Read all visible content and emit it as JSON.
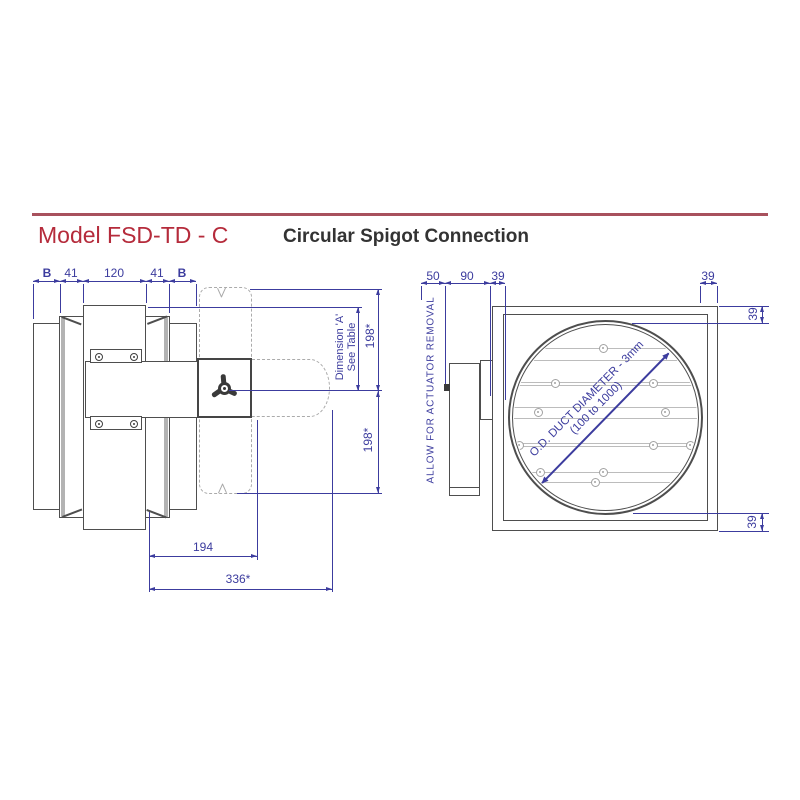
{
  "header": {
    "model": "Model FSD-TD - C",
    "subtitle": "Circular Spigot Connection"
  },
  "side_view": {
    "dims_top": [
      "B",
      "41",
      "120",
      "41",
      "B"
    ],
    "dim_a": [
      "Dimension 'A'",
      "See Table"
    ],
    "dim_198_top": "198*",
    "dim_198_bottom": "198*",
    "dim_194": "194",
    "dim_336": "336*"
  },
  "front_view": {
    "dims_top": [
      "50",
      "90",
      "39"
    ],
    "dim_39_top_right": "39",
    "dim_39_right_top": "39",
    "dim_39_right_bottom": "39",
    "actuator_note": "ALLOW FOR ACTUATOR REMOVAL",
    "duct_label": [
      "O.D. DUCT DIAMETER - 3mm",
      "(100 to 1000)"
    ]
  },
  "colors": {
    "accent_red": "#b52b3b",
    "rule_red": "#a8515d",
    "dim_blue": "#3c3c9e",
    "line_dark": "#4e4e4e",
    "line_light": "#ababab",
    "text_dark": "#333333"
  }
}
